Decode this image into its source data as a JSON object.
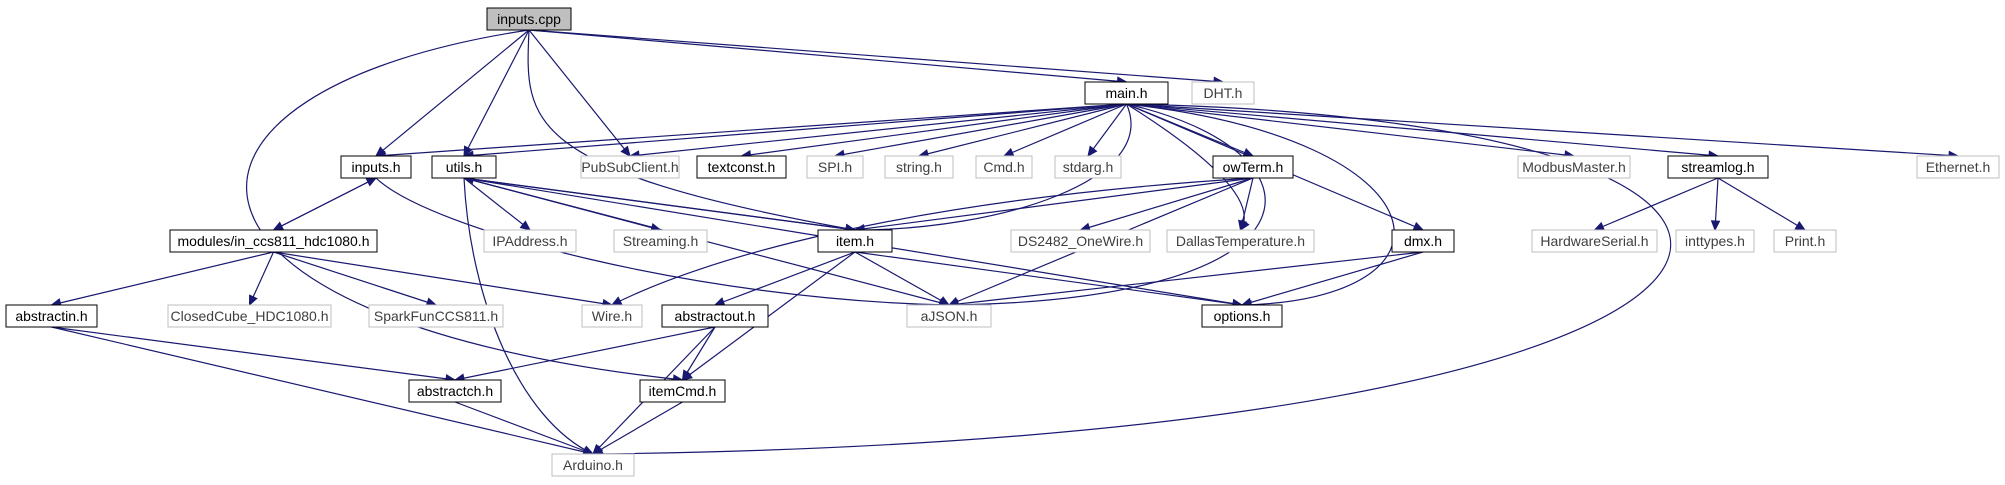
{
  "graph": {
    "colors": {
      "edge": "#191970",
      "root_fill": "#bfbfbf",
      "documented_border": "#000000",
      "undocumented_border": "#bfbfbf"
    },
    "nodes": [
      {
        "id": "inputs_cpp",
        "label": "inputs.cpp",
        "kind": "root"
      },
      {
        "id": "main_h",
        "label": "main.h",
        "kind": "documented"
      },
      {
        "id": "dht_h",
        "label": "DHT.h",
        "kind": "undocumented"
      },
      {
        "id": "inputs_h",
        "label": "inputs.h",
        "kind": "documented"
      },
      {
        "id": "utils_h",
        "label": "utils.h",
        "kind": "documented"
      },
      {
        "id": "pubsubclient_h",
        "label": "PubSubClient.h",
        "kind": "undocumented"
      },
      {
        "id": "textconst_h",
        "label": "textconst.h",
        "kind": "documented"
      },
      {
        "id": "spi_h",
        "label": "SPI.h",
        "kind": "undocumented"
      },
      {
        "id": "string_h",
        "label": "string.h",
        "kind": "undocumented"
      },
      {
        "id": "cmd_h",
        "label": "Cmd.h",
        "kind": "undocumented"
      },
      {
        "id": "stdarg_h",
        "label": "stdarg.h",
        "kind": "undocumented"
      },
      {
        "id": "owterm_h",
        "label": "owTerm.h",
        "kind": "documented"
      },
      {
        "id": "modbusmaster_h",
        "label": "ModbusMaster.h",
        "kind": "undocumented"
      },
      {
        "id": "streamlog_h",
        "label": "streamlog.h",
        "kind": "documented"
      },
      {
        "id": "ethernet_h",
        "label": "Ethernet.h",
        "kind": "undocumented"
      },
      {
        "id": "modules_h",
        "label": "modules/in_ccs811_hdc1080.h",
        "kind": "documented"
      },
      {
        "id": "ipaddress_h",
        "label": "IPAddress.h",
        "kind": "undocumented"
      },
      {
        "id": "streaming_h",
        "label": "Streaming.h",
        "kind": "undocumented"
      },
      {
        "id": "item_h",
        "label": "item.h",
        "kind": "documented"
      },
      {
        "id": "ds2482_h",
        "label": "DS2482_OneWire.h",
        "kind": "undocumented"
      },
      {
        "id": "dallas_h",
        "label": "DallasTemperature.h",
        "kind": "undocumented"
      },
      {
        "id": "dmx_h",
        "label": "dmx.h",
        "kind": "documented"
      },
      {
        "id": "hardwareserial_h",
        "label": "HardwareSerial.h",
        "kind": "undocumented"
      },
      {
        "id": "inttypes_h",
        "label": "inttypes.h",
        "kind": "undocumented"
      },
      {
        "id": "print_h",
        "label": "Print.h",
        "kind": "undocumented"
      },
      {
        "id": "abstractin_h",
        "label": "abstractin.h",
        "kind": "documented"
      },
      {
        "id": "closedcube_h",
        "label": "ClosedCube_HDC1080.h",
        "kind": "undocumented"
      },
      {
        "id": "sparkfun_h",
        "label": "SparkFunCCS811.h",
        "kind": "undocumented"
      },
      {
        "id": "wire_h",
        "label": "Wire.h",
        "kind": "undocumented"
      },
      {
        "id": "abstractout_h",
        "label": "abstractout.h",
        "kind": "documented"
      },
      {
        "id": "ajson_h",
        "label": "aJSON.h",
        "kind": "undocumented"
      },
      {
        "id": "options_h",
        "label": "options.h",
        "kind": "documented"
      },
      {
        "id": "abstractch_h",
        "label": "abstractch.h",
        "kind": "documented"
      },
      {
        "id": "itemcmd_h",
        "label": "itemCmd.h",
        "kind": "documented"
      },
      {
        "id": "arduino_h",
        "label": "Arduino.h",
        "kind": "undocumented"
      }
    ]
  }
}
